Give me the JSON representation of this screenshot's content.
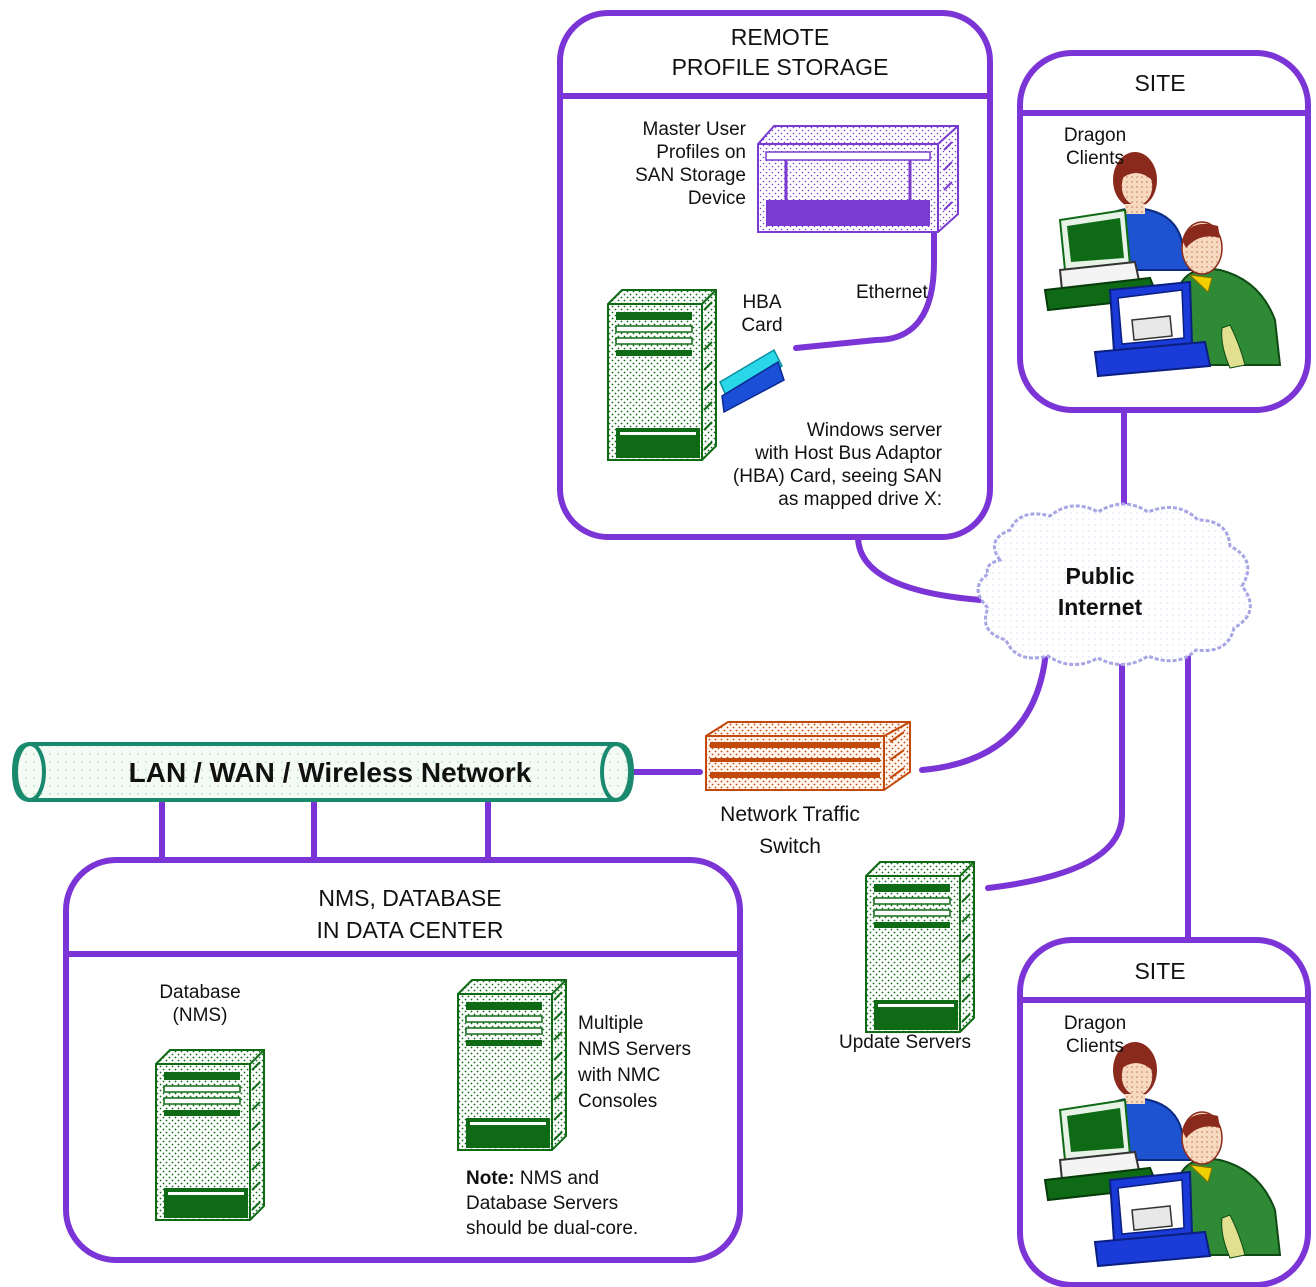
{
  "colors": {
    "boundary": "#7b35d6",
    "pipe_outline": "#1a8a6e",
    "pipe_fill": "#eef8f0",
    "server_green": "#0f6a16",
    "switch_orange": "#c24a0c",
    "cloud_outline": "#a7a5e4",
    "san_purple": "#7a3cd0",
    "hba_blue": "#1b4fd8",
    "hba_cyan": "#29d7e8",
    "person_skin": "#f2c7a0",
    "person_hair": "#8a2a1c",
    "shirt_blue": "#1d52d0",
    "shirt_green": "#2f8a36",
    "monitor_blue": "#1a3bd8"
  },
  "remote_storage": {
    "title": "REMOTE\nPROFILE  STORAGE",
    "san_label": "Master User\nProfiles on\nSAN  Storage\nDevice",
    "hba_label": "HBA\nCard",
    "ethernet_label": "Ethernet",
    "server_label": "Windows server\nwith Host Bus Adaptor\n(HBA)  Card, seeing SAN\nas mapped drive X:",
    "icons": [
      "san-storage-icon",
      "windows-server-icon",
      "hba-card-icon"
    ]
  },
  "site_top": {
    "title": "SITE",
    "label": "Dragon\nClients",
    "icon": "dragon-clients-icon"
  },
  "site_bottom": {
    "title": "SITE",
    "label": "Dragon\nClients",
    "icon": "dragon-clients-icon"
  },
  "internet": {
    "label": "Public\nInternet",
    "icon": "cloud-icon"
  },
  "network": {
    "label": "LAN / WAN / Wireless Network",
    "icon": "network-pipe-icon"
  },
  "switch": {
    "label": "Network Traffic\nSwitch",
    "icon": "network-switch-icon"
  },
  "update_servers": {
    "label": "Update Servers",
    "icon": "server-tower-icon"
  },
  "data_center": {
    "title": "NMS, DATABASE\nIN DATA CENTER",
    "database_label": "Database\n(NMS)",
    "nms_label": "Multiple\nNMS Servers\nwith NMC\nConsoles",
    "note_label": "Note:",
    "note_text": "NMS and\nDatabase Servers\nshould be dual-core."
  }
}
